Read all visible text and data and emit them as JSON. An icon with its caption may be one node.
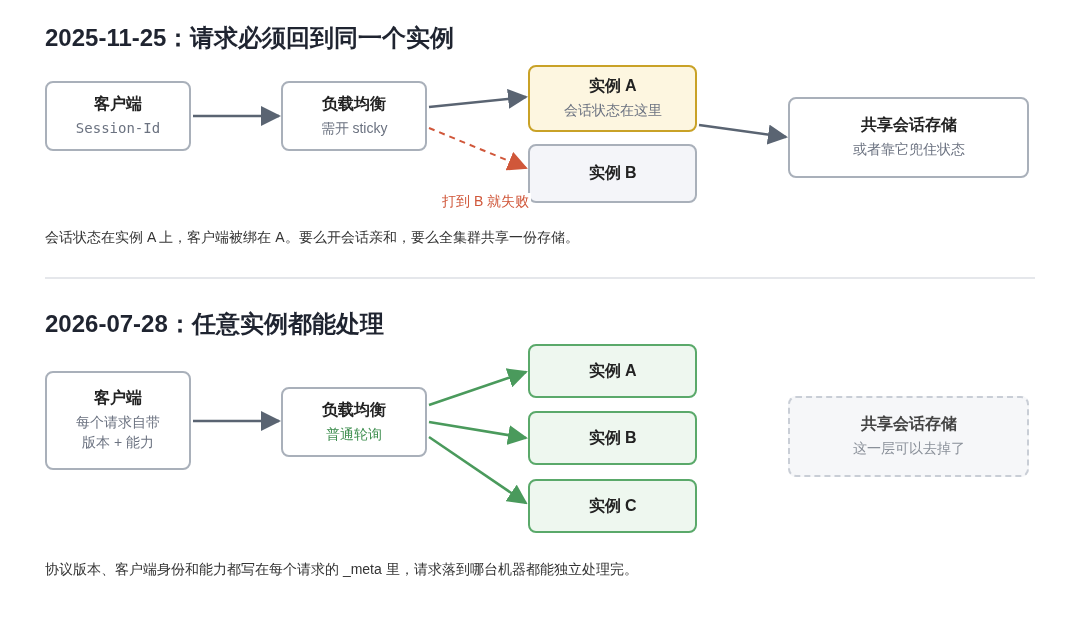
{
  "diagram": {
    "nodes": [
      {
        "text": [
          "客户端",
          "Session-Id"
        ]
      },
      {
        "text": [
          "负载均衡",
          "需开 sticky"
        ]
      },
      {
        "text": [
          "实例 A",
          "会话状态在这里"
        ]
      },
      {
        "text": [
          "实例 B"
        ]
      },
      {
        "text": [
          "共享会话存储",
          "或者靠它兜住状态"
        ]
      },
      {
        "text": [
          "客户端",
          "每个请求自带版本 + 能力"
        ]
      },
      {
        "text": [
          "负载均衡",
          "普通轮询"
        ]
      },
      {
        "text": [
          "实例 A"
        ]
      },
      {
        "text": [
          "实例 B"
        ]
      },
      {
        "text": [
          "实例 C"
        ]
      },
      {
        "text": [
          "共享会话存储",
          "这一层可以去掉了"
        ]
      }
    ],
    "edges": [
      {
        "from": 0,
        "to": 1,
        "arrow": "to"
      },
      {
        "from": 1,
        "to": 2,
        "arrow": "to"
      },
      {
        "from": 1,
        "to": 3,
        "arrow": "to",
        "label": "打到 B 就失败",
        "style": "dashed",
        "color": "#d0573a"
      },
      {
        "from": 2,
        "to": 4,
        "arrow": "to"
      },
      {
        "from": 5,
        "to": 6,
        "arrow": "to"
      },
      {
        "from": 6,
        "to": 7,
        "arrow": "to",
        "color": "#4a9a5c"
      },
      {
        "from": 6,
        "to": 8,
        "arrow": "to",
        "color": "#4a9a5c"
      },
      {
        "from": 6,
        "to": 9,
        "arrow": "to",
        "color": "#4a9a5c"
      }
    ],
    "labels": [
      "2025-11-25：请求必须回到同一个实例",
      "会话状态在实例 A 上，客户端被绑在 A。要么开会话亲和，要么全集群共享一份存储。",
      "2026-07-28：任意实例都能处理",
      "协议版本、客户端身份和能力都写在每个请求的 _meta 里，请求落到哪台机器都能独立处理完。"
    ]
  }
}
